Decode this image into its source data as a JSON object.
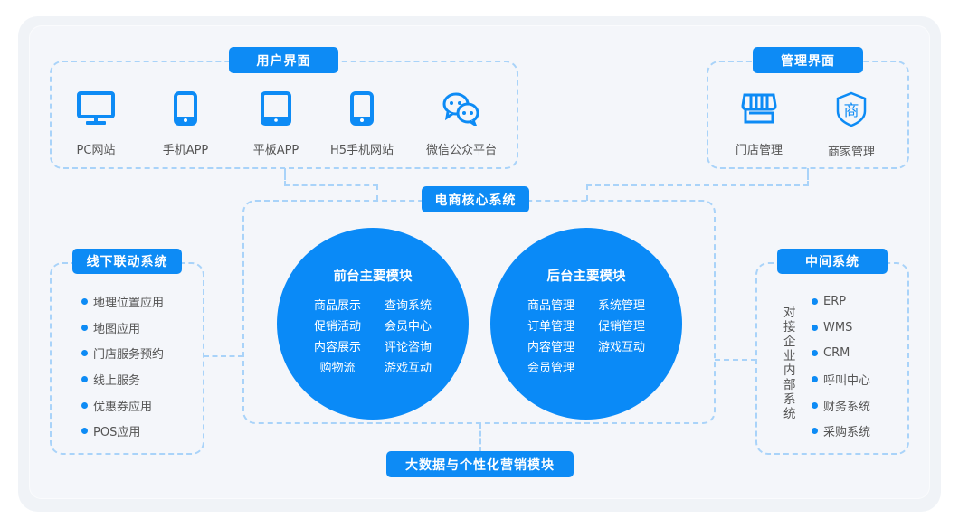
{
  "user_interface": {
    "title": "用户界面",
    "items": [
      {
        "icon": "monitor-icon",
        "label": "PC网站"
      },
      {
        "icon": "phone-icon",
        "label": "手机APP"
      },
      {
        "icon": "tablet-icon",
        "label": "平板APP"
      },
      {
        "icon": "phone-icon",
        "label": "H5手机网站"
      },
      {
        "icon": "wechat-icon",
        "label": "微信公众平台"
      }
    ]
  },
  "admin_interface": {
    "title": "管理界面",
    "items": [
      {
        "icon": "store-icon",
        "label": "门店管理"
      },
      {
        "icon": "merchant-shield-icon",
        "label": "商家管理",
        "glyph": "商"
      }
    ]
  },
  "core": {
    "title": "电商核心系统",
    "front": {
      "title": "前台主要模块",
      "items": [
        "商品展示",
        "查询系统",
        "促销活动",
        "会员中心",
        "内容展示",
        "评论咨询",
        "购物流",
        "游戏互动"
      ]
    },
    "back": {
      "title": "后台主要模块",
      "items": [
        "商品管理",
        "系统管理",
        "订单管理",
        "促销管理",
        "内容管理",
        "游戏互动",
        "会员管理"
      ]
    }
  },
  "offline": {
    "title": "线下联动系统",
    "items": [
      "地理位置应用",
      "地图应用",
      "门店服务预约",
      "线上服务",
      "优惠券应用",
      "POS应用"
    ]
  },
  "middle": {
    "title": "中间系统",
    "side_label": "对接企业内部系统",
    "items": [
      "ERP",
      "WMS",
      "CRM",
      "呼叫中心",
      "财务系统",
      "采购系统"
    ]
  },
  "bigdata": {
    "title": "大数据与个性化营销模块"
  },
  "colors": {
    "accent": "#0d8bf5",
    "dash": "#a9d3f9",
    "text": "#555555"
  }
}
